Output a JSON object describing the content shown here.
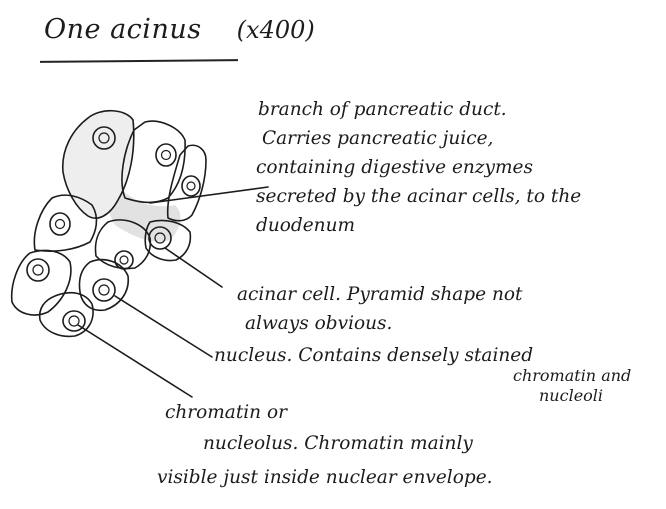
{
  "title": {
    "text": "One acinus",
    "magnification": "(x400)"
  },
  "labels": {
    "duct": {
      "lines": [
        "branch of pancreatic duct.",
        "Carries pancreatic juice,",
        "containing digestive enzymes",
        "secreted by the acinar cells, to the",
        "duodenum"
      ]
    },
    "acinar_cell": {
      "lines": [
        "acinar cell. Pyramid shape not",
        "always obvious."
      ]
    },
    "nucleus": {
      "lines": [
        "nucleus. Contains densely stained",
        "chromatin and",
        "nucleoli"
      ]
    },
    "chromatin": {
      "lines": [
        "chromatin or",
        "nucleolus. Chromatin mainly",
        "visible just inside nuclear envelope."
      ]
    }
  },
  "colors": {
    "ink": "#1c1c1c",
    "cell_shade": "#d9d9d9",
    "background": "#ffffff"
  }
}
